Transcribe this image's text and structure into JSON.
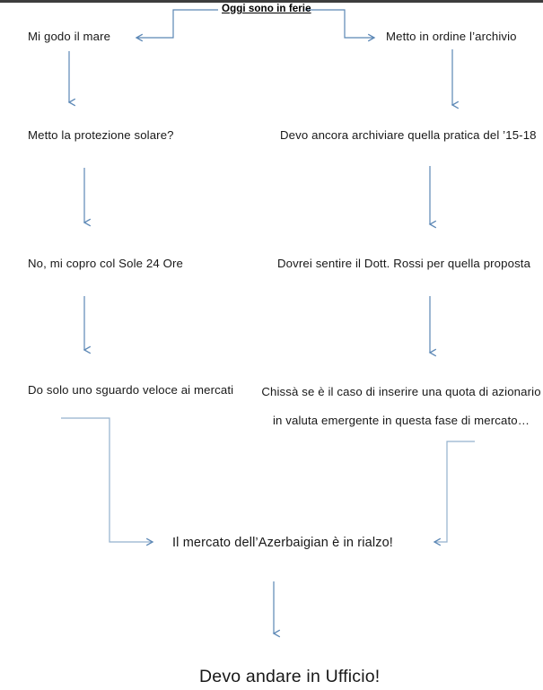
{
  "diagram": {
    "title": "Oggi sono in ferie",
    "final": "Devo andare in Ufficio!",
    "converge": "Il mercato dell’Azerbaigian è in rialzo!",
    "left_branch": [
      "Mi godo il mare",
      "Metto la protezione solare?",
      "No, mi copro col Sole 24 Ore",
      "Do solo uno sguardo veloce ai mercati"
    ],
    "right_branch": [
      "Metto in ordine l’archivio",
      "Devo ancora archiviare quella pratica del ’15-18",
      "Dovrei sentire il Dott. Rossi per quella proposta",
      "Chissà se è il caso di inserire una quota di azionario in valuta emergente in questa fase di mercato…"
    ],
    "colors": {
      "arrow": "#5b87b5",
      "text": "#181818",
      "background": "#ffffff",
      "title_text": "#000000",
      "top_bar": "#3d3d3d"
    }
  }
}
